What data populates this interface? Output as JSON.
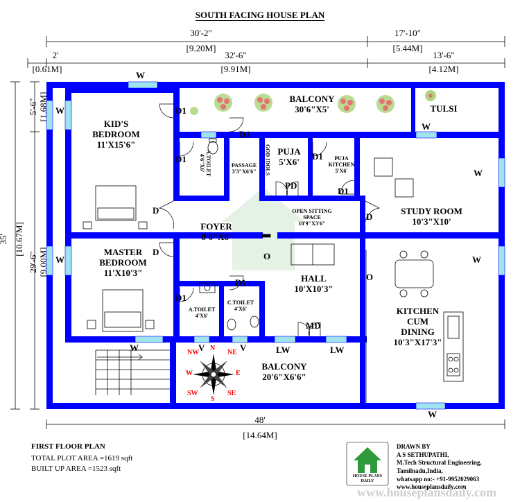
{
  "title": "SOUTH  FACING HOUSE PLAN",
  "dimensions": {
    "top_left_ft": "30'-2\"",
    "top_left_m": "[9.20M]",
    "top_right_ft": "17'-10\"",
    "top_right_m": "[5.44M]",
    "second_left_ft": "2'",
    "second_left_m": "[0.61M]",
    "second_mid_ft": "32'-6\"",
    "second_mid_m": "[9.91M]",
    "second_right_ft": "13'-6\"",
    "second_right_m": "[4.12M]",
    "left_total_ft": "35'",
    "left_total_m": "[10.67M]",
    "left_top_ft": "5'-6\"",
    "left_top_m": "[1.68M]",
    "left_bottom_ft": "29'-6\"",
    "left_bottom_m": "[9.00M]",
    "bottom_ft": "48'",
    "bottom_m": "[14.64M]"
  },
  "rooms": {
    "kids_bedroom": {
      "name1": "KID'S",
      "name2": "BEDROOM",
      "size": "11'X15'6\""
    },
    "balcony_top": {
      "name": "BALCONY",
      "size": "30'6\"X5'"
    },
    "tulsi": "TULSI",
    "attached_toilet_1": {
      "name": "A.TOILET",
      "size": "4'6\"X6'"
    },
    "passage": {
      "name": "PASSAGE",
      "size": "3'3\"X6'6\""
    },
    "god_idols": "GOD IDOLS",
    "puja": {
      "name": "PUJA",
      "size": "5'X6'"
    },
    "puja_kitchen": {
      "name1": "PUJA",
      "name2": "KITCHEN",
      "size": "5'X6'"
    },
    "study_room": {
      "name": "STUDY ROOM",
      "size": "10'3\"X10'"
    },
    "foyer": {
      "name": "FOYER",
      "size": "8'6\"X8'"
    },
    "open_sitting": {
      "name1": "OPEN SITTING",
      "name2": "SPACE",
      "size": "10'9\"X3'6\""
    },
    "master_bedroom": {
      "name1": "MASTER",
      "name2": "BEDROOM",
      "size": "11'X10'3\""
    },
    "hall": {
      "name": "HALL",
      "size": "10'X10'3\""
    },
    "attached_toilet_2": {
      "name": "A.TOILET",
      "size": "4'X6'"
    },
    "common_toilet": {
      "name": "C.TOILET",
      "size": "4'X6'"
    },
    "kitchen": {
      "name1": "KITCHEN",
      "name2": "CUM",
      "name3": "DINING",
      "size": "10'3\"X17'3\""
    },
    "balcony_bottom": {
      "name": "BALCONY",
      "size": "20'6\"X6'6\""
    }
  },
  "openings": {
    "window": "W",
    "door_d1": "D1",
    "door_d": "D",
    "puja_door": "PD",
    "main_door": "MD",
    "opening": "O",
    "ventilator": "V",
    "large_window": "LW"
  },
  "compass": {
    "n": "N",
    "s": "S",
    "e": "E",
    "w": "W",
    "ne": "NE",
    "nw": "NW",
    "se": "SE",
    "sw": "SW"
  },
  "footer": {
    "floor": "FIRST FLOOR PLAN",
    "plot_area": "TOTAL PLOT AREA =1619 sqft",
    "built_area": "BUILT UP AREA =1523 sqft"
  },
  "credits": {
    "drawn_by": "DRAWN BY",
    "name": "A S SETHUPATHI,",
    "degree": "M.Tech Structural Engineering,",
    "place": "Tamilnadu,India,",
    "whatsapp": "whatsapp no:- +91-9952029063",
    "site": "www.houseplansdaily.com"
  },
  "logo": {
    "line1": "HOUSE PLANS",
    "line2": "DAILY"
  },
  "watermark": "www.houseplansdaily.com",
  "colors": {
    "wall": "#0000ff",
    "window": "#9fe3ef",
    "compass": "#ff0000",
    "logo": "#2e9a3a"
  }
}
